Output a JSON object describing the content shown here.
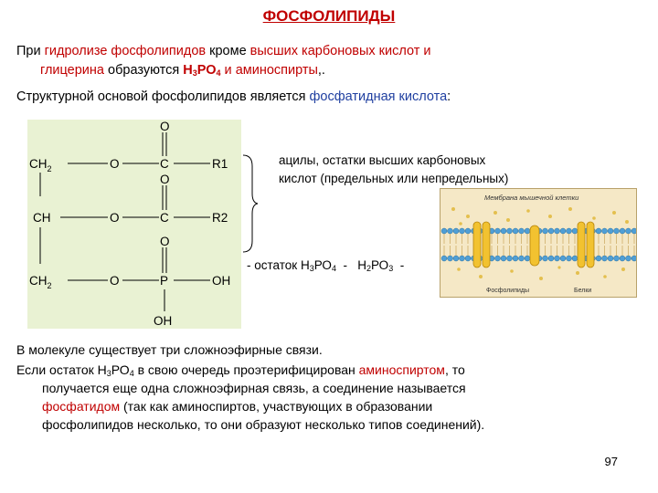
{
  "title": "ФОСФОЛИПИДЫ",
  "para1": {
    "t1": "При ",
    "t2": "гидролизе фосфолипидов",
    "t3": " кроме ",
    "t4": "высших карбоновых кислот и",
    "t5": "глицерина",
    "t6": " образуются ",
    "t7": "Н",
    "t8": "3",
    "t9": "РО",
    "t10": "4",
    "t11": " и аминоспирты",
    "t12": ",."
  },
  "para2": {
    "t1": "Структурной основой фосфолипидов является ",
    "t2": "фосфатидная кислота",
    "t3": ":"
  },
  "formula": {
    "ch2_top": "CH",
    "sub2a": "2",
    "ch": "CH",
    "ch2_bot": "CH",
    "sub2b": "2",
    "o1": "O",
    "o2": "O",
    "o3": "O",
    "c1": "C",
    "c2": "C",
    "p": "P",
    "r1": "R1",
    "r2": "R2",
    "oh1": "OH",
    "oh2": "OH",
    "od1": "O",
    "od2": "O",
    "od3": "O"
  },
  "acyl_note": {
    "line1": "ацилы, остатки высших карбоновых",
    "line2": "кислот (предельных или непредельных)"
  },
  "residue_note": {
    "t1": "- остаток Н",
    "s1": "3",
    "t2": "РО",
    "s2": "4",
    "t3": "  -   Н",
    "s3": "2",
    "t4": "РО",
    "s4": "3",
    "t5": "  -"
  },
  "membrane": {
    "title": "Мембрана мышечной клетки",
    "label1": "Фосфолипиды",
    "label2": "Белки"
  },
  "para3": "В молекуле существует три сложноэфирные связи.",
  "para4": {
    "t1": "Если остаток Н",
    "s1": "3",
    "t2": "РО",
    "s2": "4",
    "t3": " в свою очередь проэтерифицирован ",
    "t4": "аминоспиртом",
    "t5": ", то",
    "line2": "получается еще одна сложноэфирная связь, а соединение называется",
    "t6": "фосфатидом",
    "t7": " (так как аминоспиртов, участвующих в образовании",
    "line4": "фосфолипидов несколько, то они образуют несколько типов соединений)."
  },
  "page_number": "97",
  "colors": {
    "accent_red": "#c00000",
    "accent_blue": "#1f3fa0",
    "formula_bg": "#e9f2d3"
  }
}
